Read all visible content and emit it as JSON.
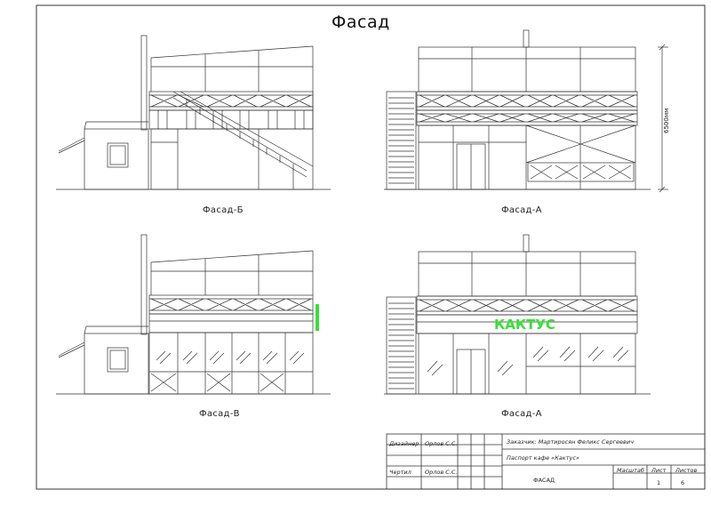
{
  "title": "Фасад",
  "views": [
    {
      "label": "Фасад-Б"
    },
    {
      "label": "Фасад-А"
    },
    {
      "label": "Фасад-В"
    },
    {
      "label": "Фасад-А"
    }
  ],
  "dimension_label": "6500мм",
  "sign_text": "КАКТУС",
  "sign_color": "#38e038",
  "title_block": {
    "designer_role": "Дизайнер",
    "designer_name": "Орлов С.С.",
    "drafter_role": "Чертил",
    "drafter_name": "Орлов С.С.",
    "client": "Заказчик: Мартиросян Феликс Сергеевич",
    "project": "Паспорт кафе «Кактус»",
    "sheet_name": "ФАСАД",
    "scale_label": "Масштаб",
    "sheet_label": "Лист",
    "sheets_label": "Листов",
    "sheet_no": "1",
    "sheets_total": "6"
  }
}
